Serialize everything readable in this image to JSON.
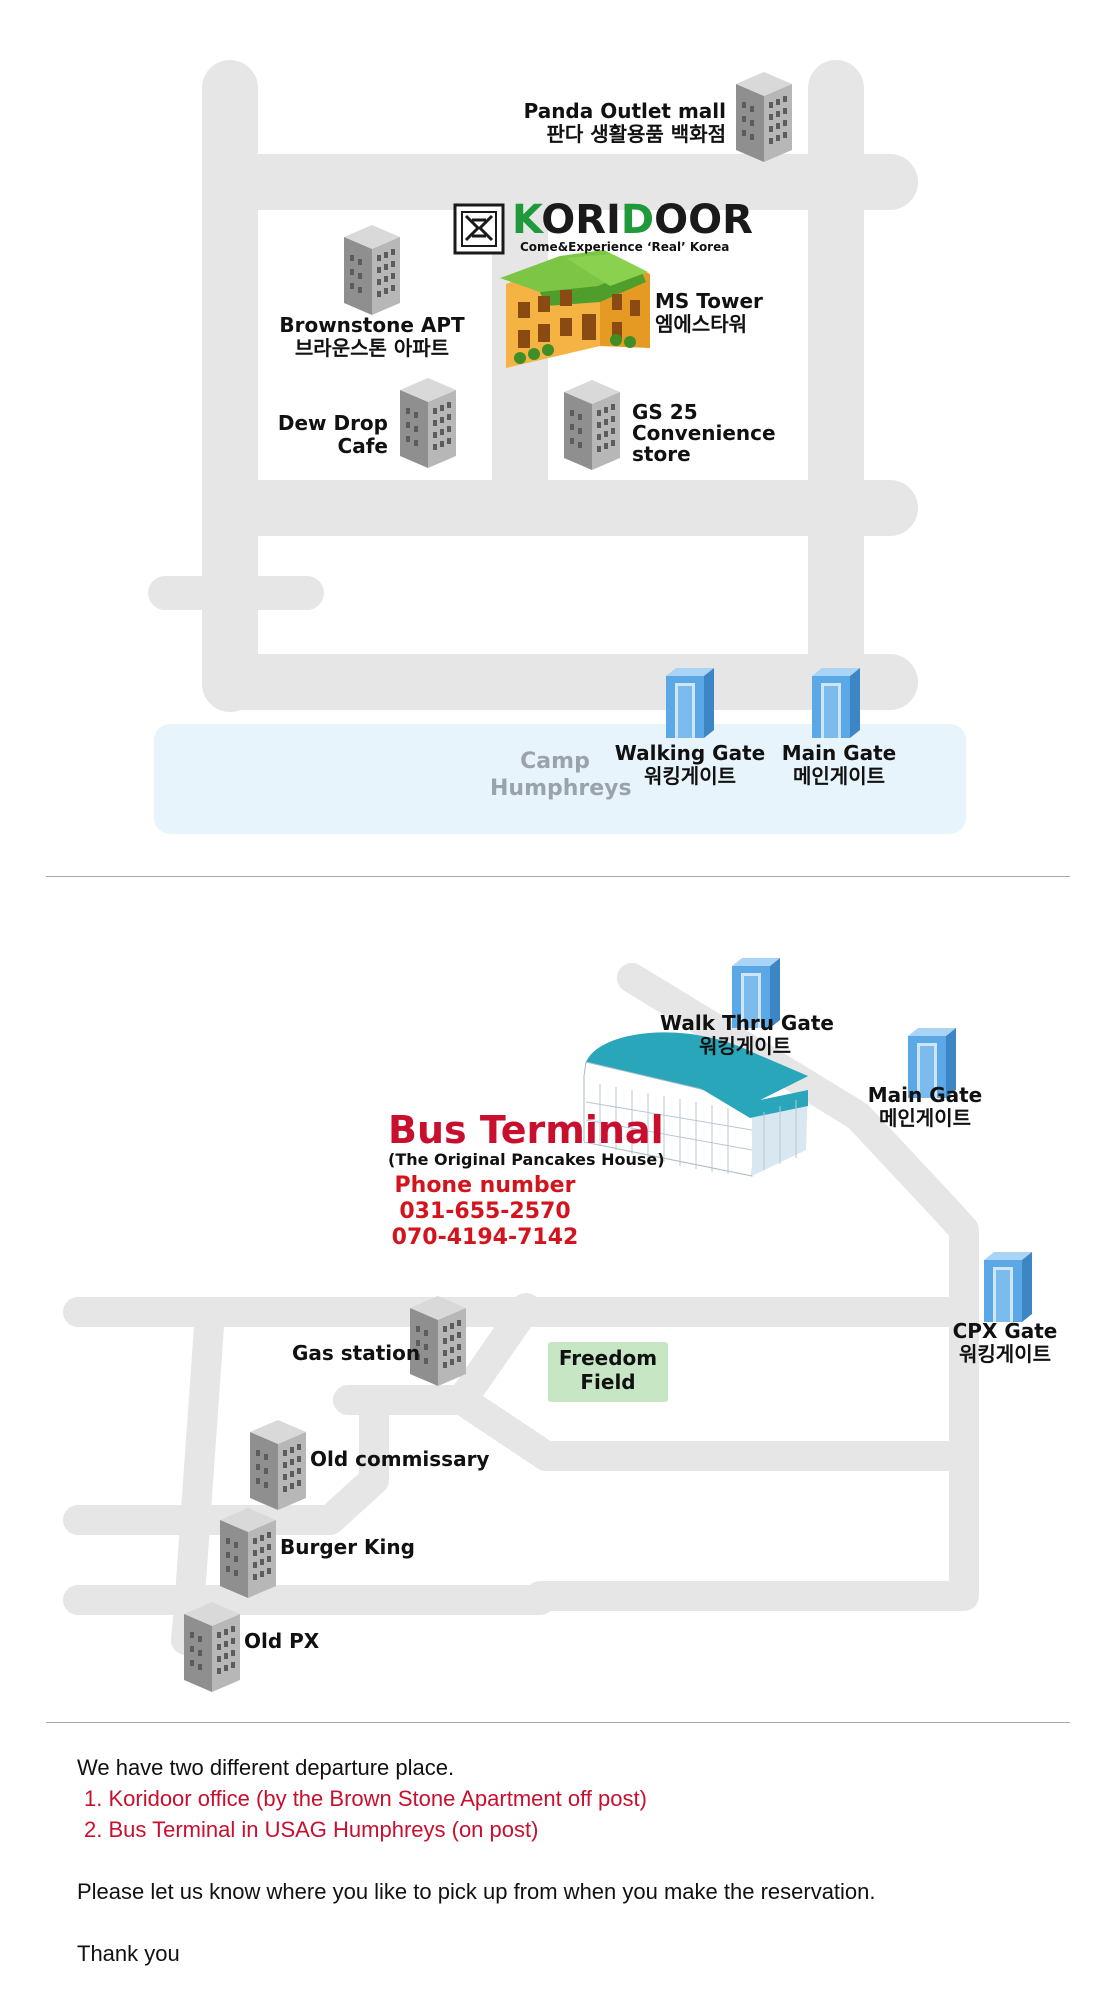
{
  "brand": {
    "name_prefix": "K",
    "name_mid1": "ORI",
    "name_mid2": "D",
    "name_suffix": "OOR",
    "tagline": "Come&Experience ‘Real’ Korea",
    "colors": {
      "dark": "#1a1a1a",
      "green": "#1e9a3a"
    }
  },
  "map1": {
    "landmarks": {
      "panda_outlet": {
        "en": "Panda Outlet mall",
        "ko": "판다 생활용품 백화점"
      },
      "brownstone": {
        "en": "Brownstone APT",
        "ko": "브라운스톤 아파트"
      },
      "ms_tower": {
        "en": "MS Tower",
        "ko": "엠에스타워"
      },
      "dew_drop": {
        "line1": "Dew Drop",
        "line2": "Cafe"
      },
      "gs25": {
        "line1": "GS 25",
        "line2": "Convenience",
        "line3": "store"
      }
    },
    "camp": {
      "line1": "Camp",
      "line2": "Humphreys"
    },
    "walking_gate": {
      "en": "Walking Gate",
      "ko": "워킹게이트"
    },
    "main_gate": {
      "en": "Main Gate",
      "ko": "메인게이트"
    }
  },
  "map2": {
    "bus_terminal": {
      "title": "Bus Terminal",
      "subtitle": "(The Original Pancakes House)",
      "phone_label": "Phone number",
      "phone1": "031-655-2570",
      "phone2": "070-4194-7142"
    },
    "walk_thru_gate": {
      "en": "Walk Thru Gate",
      "ko": "워킹게이트"
    },
    "main_gate": {
      "en": "Main Gate",
      "ko": "메인게이트"
    },
    "cpx_gate": {
      "en": "CPX Gate",
      "ko": "워킹게이트"
    },
    "gas_station": "Gas station",
    "freedom_field": {
      "line1": "Freedom",
      "line2": "Field"
    },
    "old_commissary": "Old commissary",
    "burger_king": "Burger King",
    "old_px": "Old PX"
  },
  "info": {
    "intro": "We have two different departure place.",
    "option1": "1. Koridoor office (by the Brown Stone Apartment off post)",
    "option2": "2. Bus Terminal in USAG Humphreys (on post)",
    "request": "Please let us know where you like to pick up from when you make the reservation.",
    "closing": "Thank you"
  },
  "colors": {
    "road": "#e6e6e6",
    "camp_area": "#e8f4fc",
    "gate_blue": "#5aa9e6",
    "building_gray": "#9a9a9a",
    "accent_red": "#c8102e",
    "freedom_green": "#c6e6c4"
  }
}
